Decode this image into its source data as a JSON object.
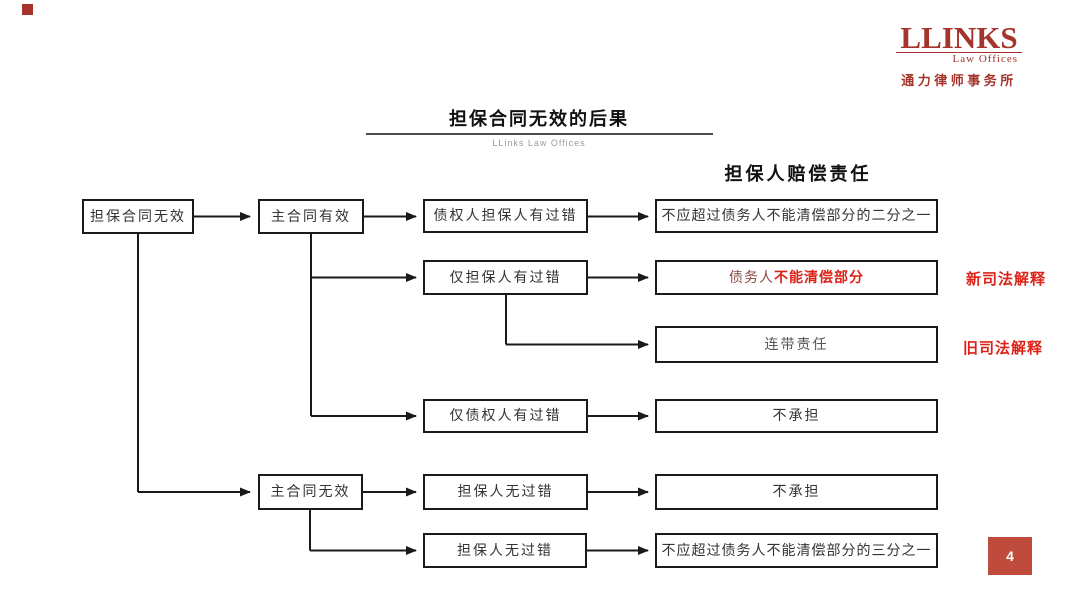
{
  "page": {
    "title": "担保合同无效的后果",
    "subtitle": "LLinks Law Offices",
    "section_heading": "担保人赔偿责任",
    "page_number": "4",
    "logo": {
      "name": "LLINKS",
      "subname": "Law Offices",
      "chinese": "通力律师事务所"
    },
    "colors": {
      "brand_red": "#A5352C",
      "highlight_red": "#DD2318",
      "prefix_dark_red": "#8A4B43",
      "page_badge_red": "#BE4B3B",
      "line_black": "#1a1a1a"
    }
  },
  "flow": {
    "nodes": {
      "root": "担保合同无效",
      "main_valid": "主合同有效",
      "main_invalid": "主合同无效",
      "both_fault": "债权人担保人有过错",
      "guarantor_fault": "仅担保人有过错",
      "creditor_fault": "仅债权人有过错",
      "guarantor_no_fault_1": "担保人无过错",
      "guarantor_no_fault_2": "担保人无过错",
      "result_half": "不应超过债务人不能清偿部分的二分之一",
      "result_unable_prefix": "债务人",
      "result_unable_highlight": "不能清偿部分",
      "result_joint": "连带责任",
      "result_none_1": "不承担",
      "result_none_2": "不承担",
      "result_third": "不应超过债务人不能清偿部分的三分之一"
    },
    "annotations": {
      "new_interpretation": "新司法解释",
      "old_interpretation": "旧司法解释"
    }
  }
}
